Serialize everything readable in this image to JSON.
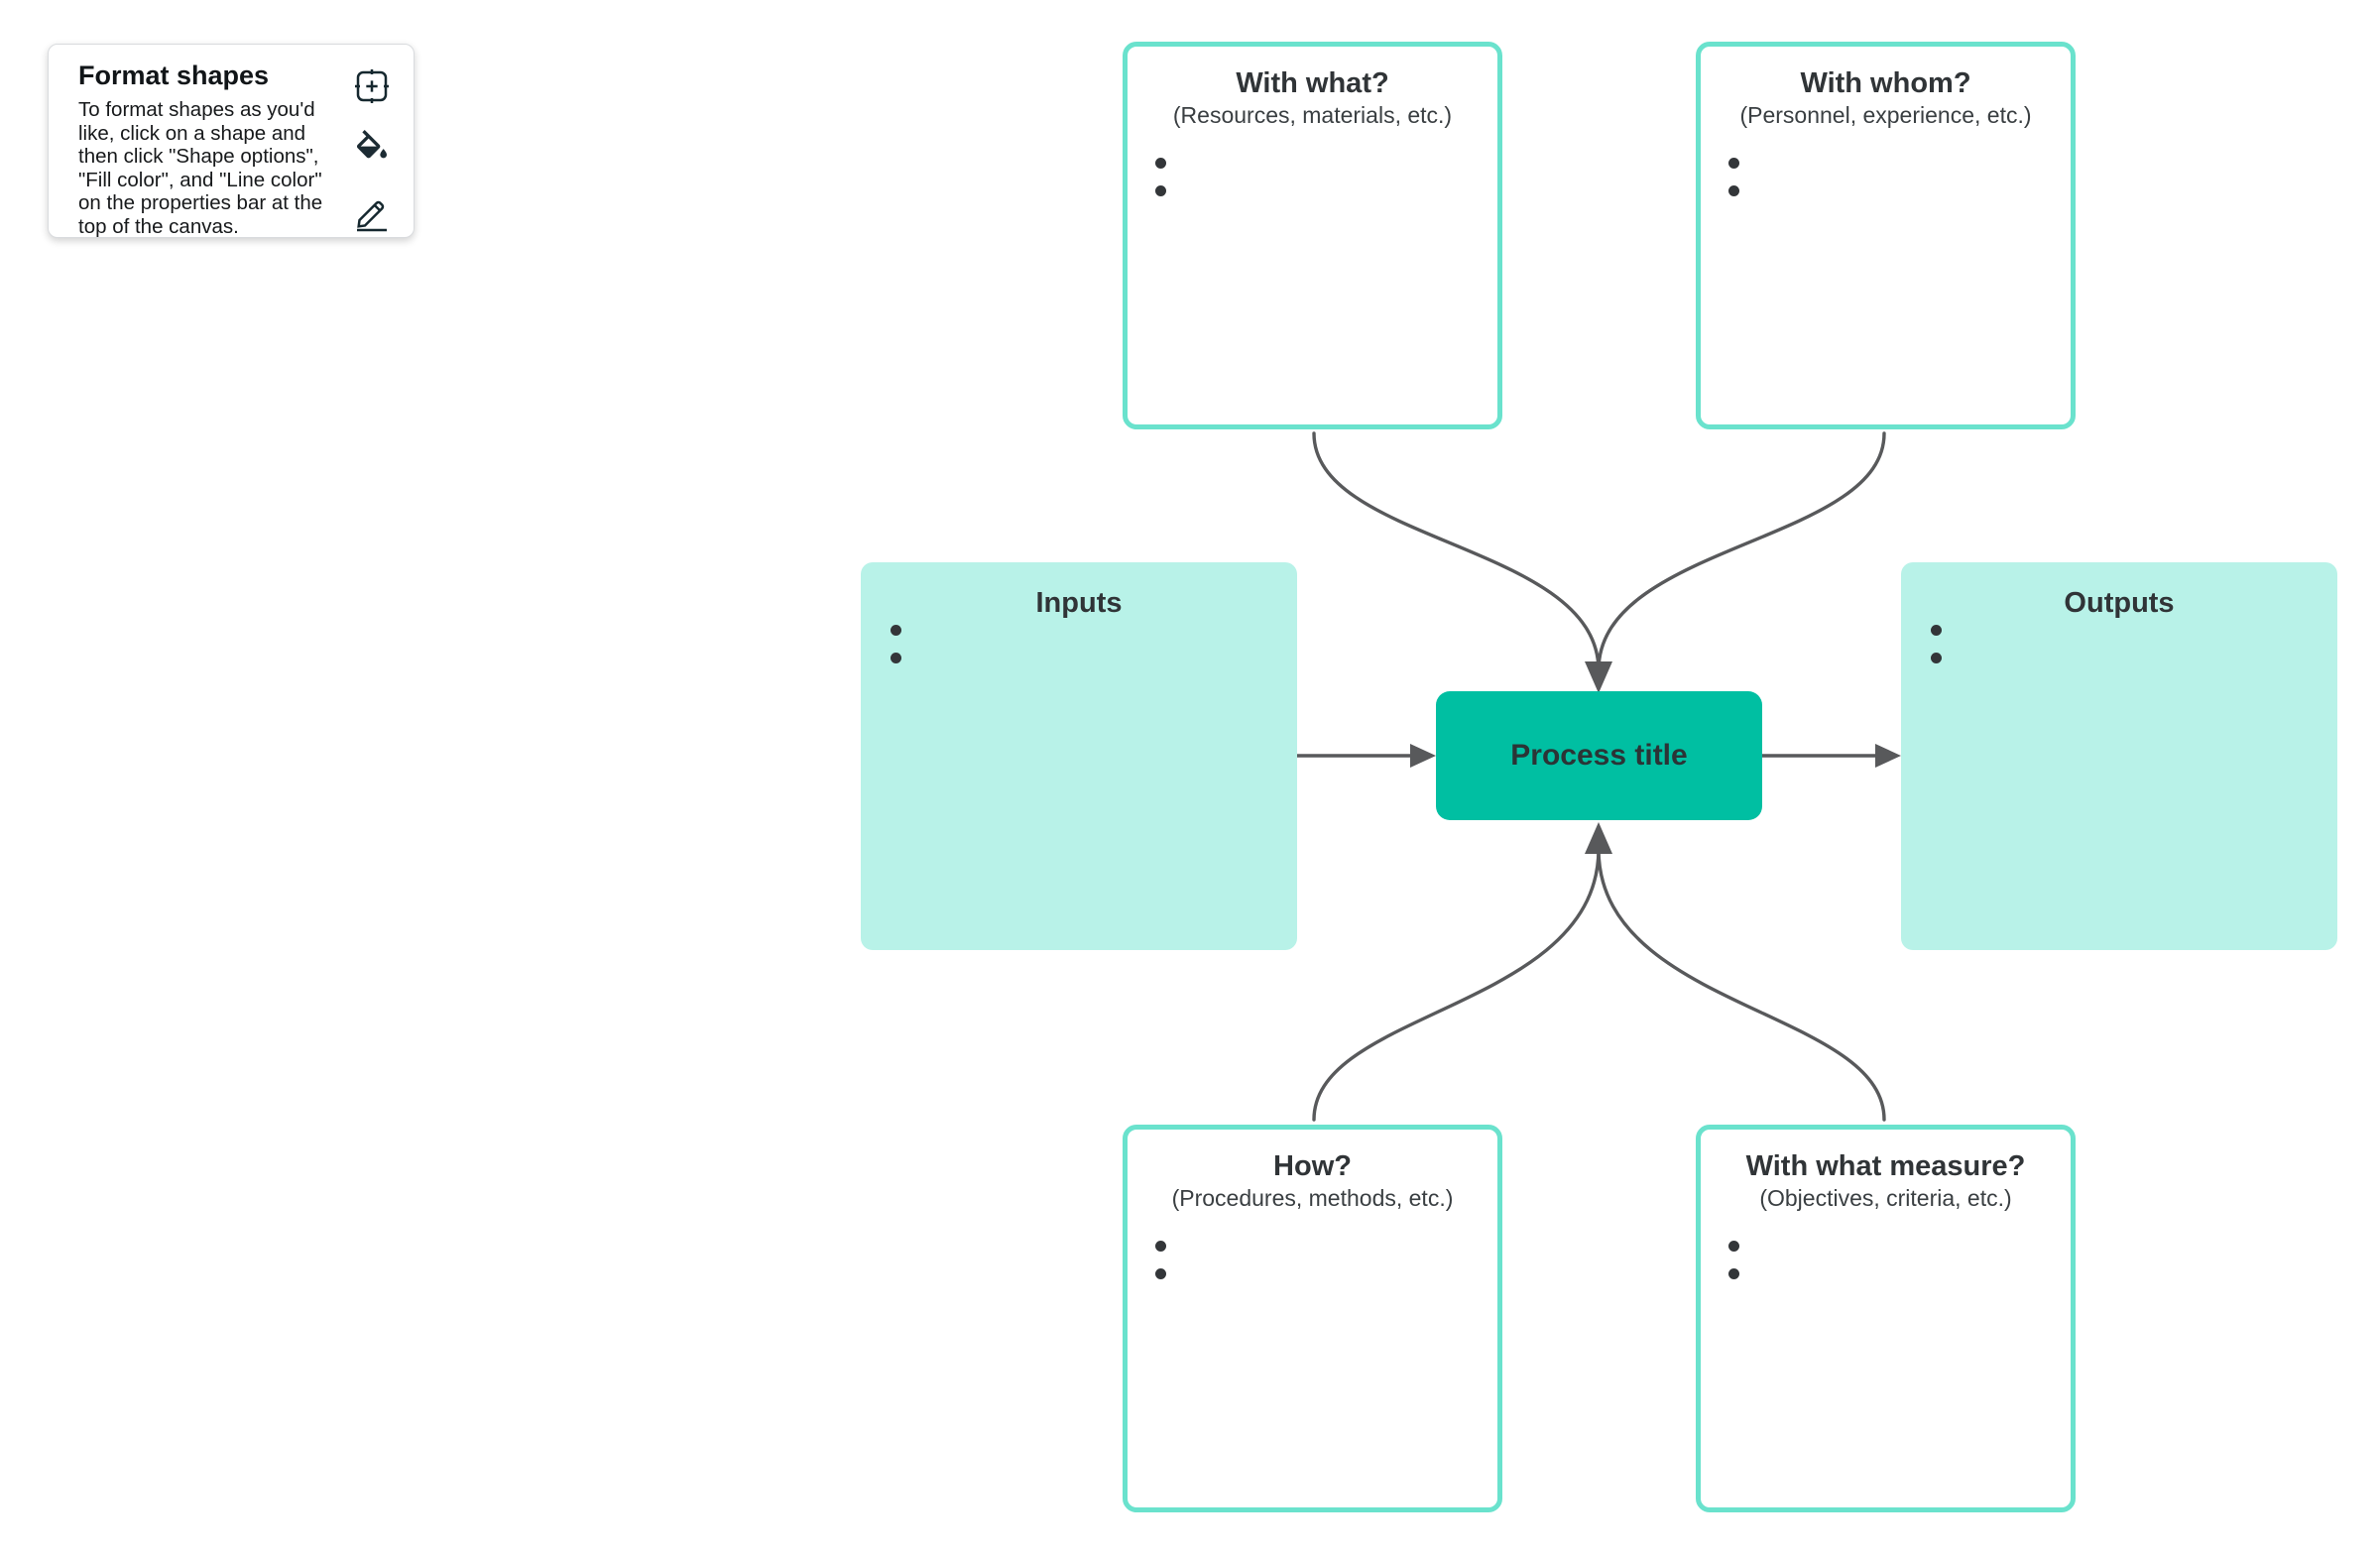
{
  "canvas": {
    "background": "#FFFFFF"
  },
  "help_card": {
    "title": "Format shapes",
    "body": "To format shapes as you'd like, click on a shape and then click \"Shape options\", \"Fill color\", and \"Line color\" on the properties bar at the top of the canvas.",
    "icons": [
      "shape-options-icon",
      "fill-color-icon",
      "line-color-icon"
    ]
  },
  "shapes": {
    "with_what": {
      "title": "With what?",
      "subtitle": "(Resources, materials, etc.)",
      "bullet_count": 2
    },
    "with_whom": {
      "title": "With whom?",
      "subtitle": "(Personnel, experience, etc.)",
      "bullet_count": 2
    },
    "inputs": {
      "title": "Inputs",
      "bullet_count": 2
    },
    "outputs": {
      "title": "Outputs",
      "bullet_count": 2
    },
    "process": {
      "title": "Process title"
    },
    "how": {
      "title": "How?",
      "subtitle": "(Procedures, methods, etc.)",
      "bullet_count": 2
    },
    "with_what_measure": {
      "title": "With what measure?",
      "subtitle": "(Objectives, criteria, etc.)",
      "bullet_count": 2
    }
  },
  "colors": {
    "mint_fill": "#B8F2E8",
    "teal_border": "#6AE2CD",
    "process_fill": "#00BFA2",
    "connector": "#58595B",
    "text": "#333333"
  }
}
